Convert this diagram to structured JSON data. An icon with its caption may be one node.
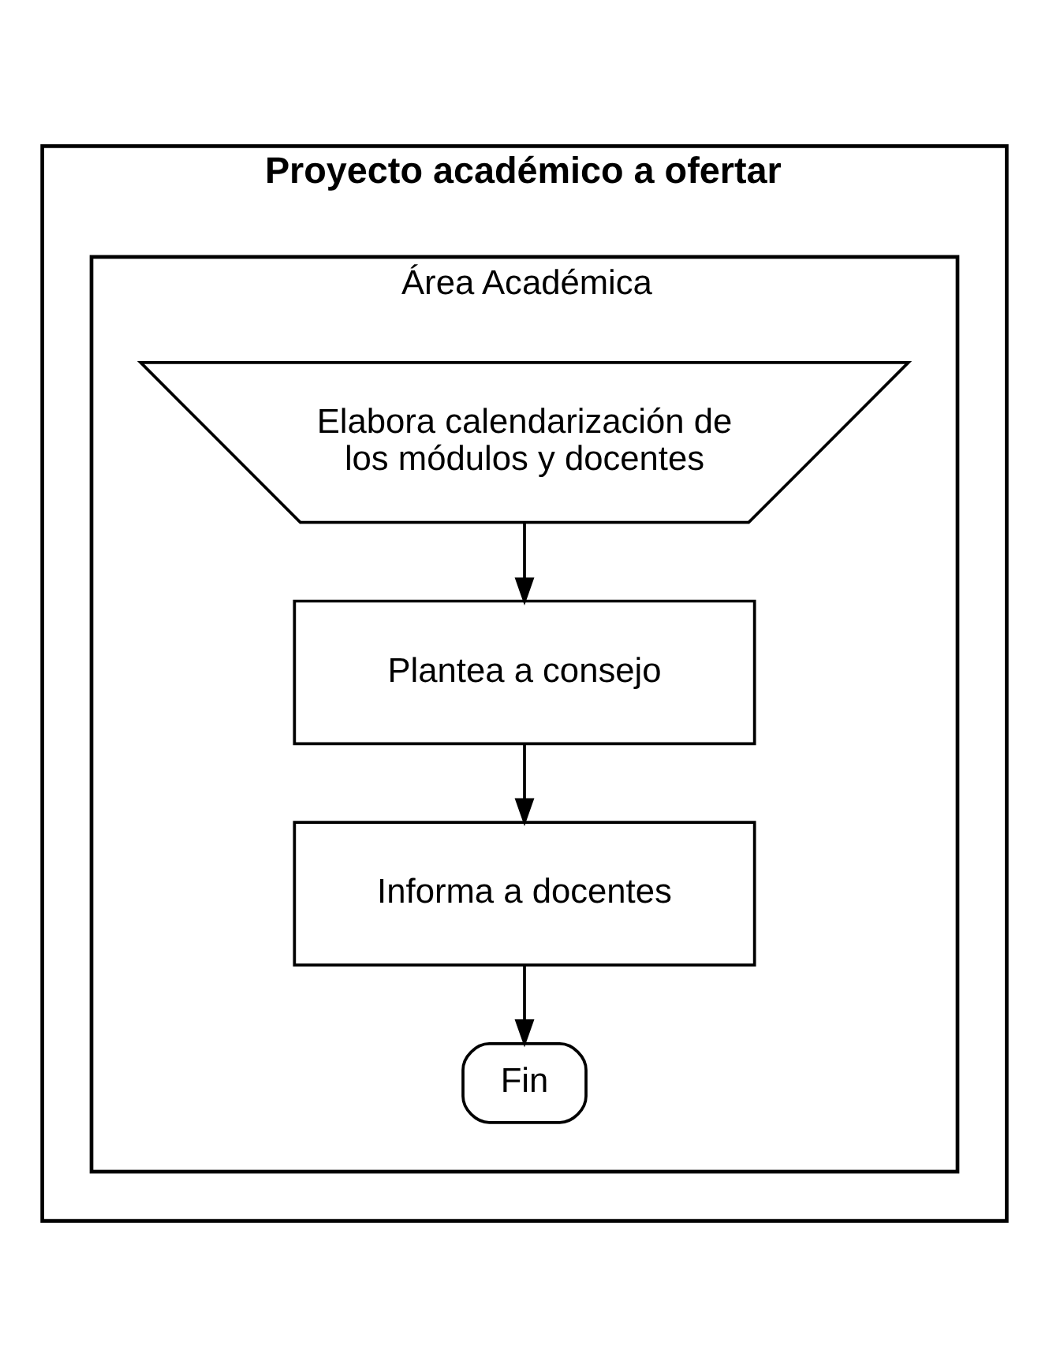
{
  "diagram": {
    "nodes": [
      {
        "text": [
          "Proyecto académico a ofertar"
        ]
      },
      {
        "text": [
          "Área Académica"
        ],
        "in": 0
      },
      {
        "text": [
          "Elabora calendarización de los módulos y docentes"
        ],
        "in": 1
      },
      {
        "text": [
          "Plantea a consejo"
        ],
        "in": 1
      },
      {
        "text": [
          "Informa a docentes"
        ],
        "in": 1
      },
      {
        "text": [
          "Fin"
        ],
        "in": 1
      }
    ],
    "edges": [
      {
        "from": 2,
        "to": 3,
        "arrow": "to"
      },
      {
        "from": 3,
        "to": 4,
        "arrow": "to"
      },
      {
        "from": 4,
        "to": 5,
        "arrow": "to"
      }
    ]
  }
}
